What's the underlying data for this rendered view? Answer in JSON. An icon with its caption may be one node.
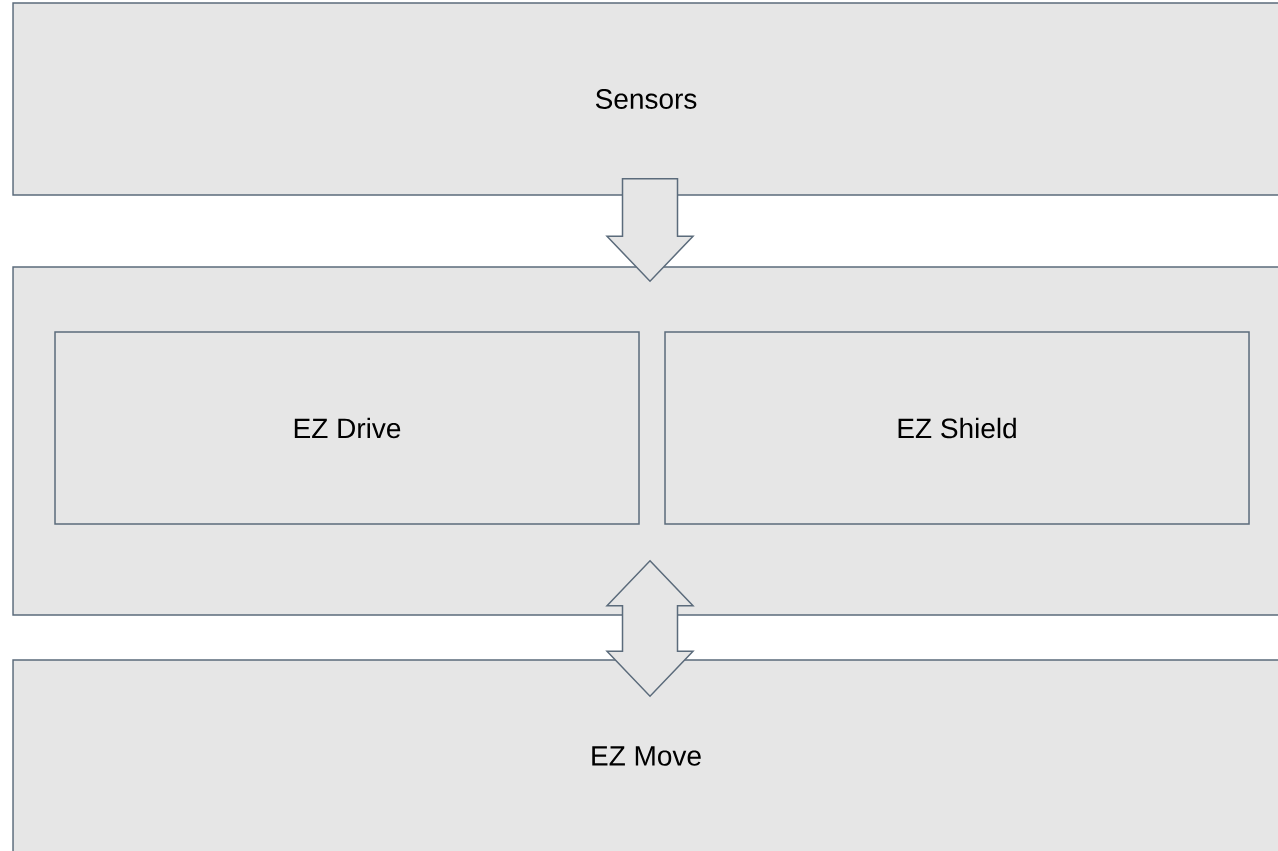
{
  "diagram": {
    "nodes": [
      {
        "text": [
          "Sensors"
        ]
      },
      {
        "text": [],
        "shape": "box"
      },
      {
        "text": [
          "EZ Drive"
        ],
        "in": 1
      },
      {
        "text": [
          "EZ Shield"
        ],
        "in": 1
      },
      {
        "text": [
          "EZ Move"
        ]
      }
    ],
    "edges": [
      {
        "from": 0,
        "to": 1,
        "arrow": "to"
      },
      {
        "from": 1,
        "to": 4,
        "arrow": "both"
      }
    ]
  }
}
